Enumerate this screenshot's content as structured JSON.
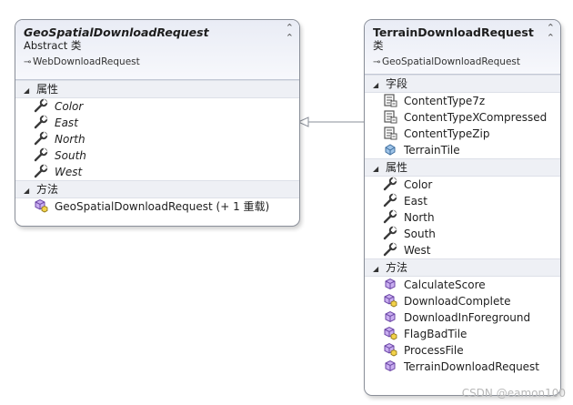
{
  "class_a": {
    "name": "GeoSpatialDownloadRequest",
    "kind": "Abstract 类",
    "inherits": "WebDownloadRequest",
    "sections": {
      "properties": {
        "label": "属性",
        "items": [
          "Color",
          "East",
          "North",
          "South",
          "West"
        ]
      },
      "methods": {
        "label": "方法",
        "items": [
          "GeoSpatialDownloadRequest (+ 1 重载)"
        ]
      }
    }
  },
  "class_b": {
    "name": "TerrainDownloadRequest",
    "kind": "类",
    "inherits": "GeoSpatialDownloadRequest",
    "sections": {
      "fields": {
        "label": "字段",
        "items": [
          "ContentType7z",
          "ContentTypeXCompressed",
          "ContentTypeZip",
          "TerrainTile"
        ]
      },
      "properties": {
        "label": "属性",
        "items": [
          "Color",
          "East",
          "North",
          "South",
          "West"
        ]
      },
      "methods": {
        "label": "方法",
        "items": [
          "CalculateScore",
          "DownloadComplete",
          "DownloadInForeground",
          "FlagBadTile",
          "ProcessFile",
          "TerrainDownloadRequest"
        ]
      }
    }
  },
  "icons": {
    "collapse": "double-chevron-up-icon",
    "inherit": "inherit-arrow-icon",
    "section_toggle": "triangle-down-icon",
    "property": "wrench-icon",
    "field_constant": "constant-field-icon",
    "field": "field-icon",
    "method": "method-cube-icon",
    "method_protected": "protected-method-icon"
  },
  "colors": {
    "header_bg": "#e9ecf5",
    "section_bg": "#eef0f5",
    "border": "#8a8f99",
    "method_purple": "#8b5fc7"
  },
  "watermark": "CSDN @eamon100"
}
